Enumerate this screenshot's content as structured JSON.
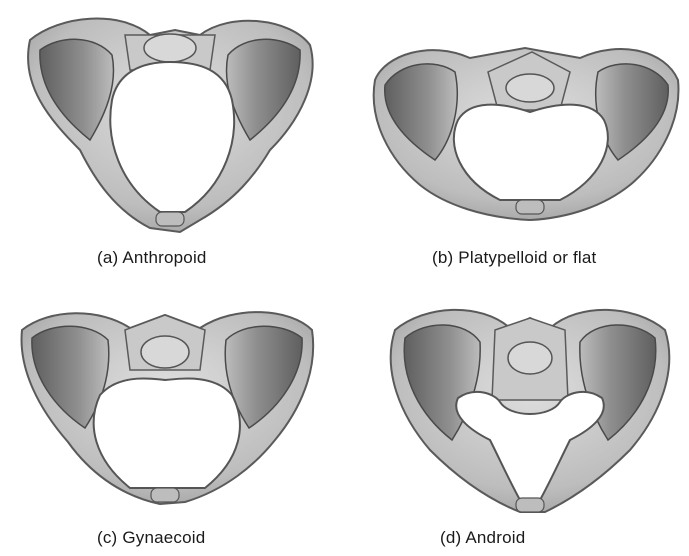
{
  "captions": {
    "a": "(a)  Anthropoid",
    "b": "(b)  Platypelloid or flat",
    "c": "(c)  Gynaecoid",
    "d": "(d)  Android"
  },
  "colors": {
    "bone_light": "#d4d4d4",
    "bone_mid": "#b0b0b0",
    "bone_dark": "#6e6e6e",
    "outline": "#555555",
    "background": "#ffffff"
  }
}
